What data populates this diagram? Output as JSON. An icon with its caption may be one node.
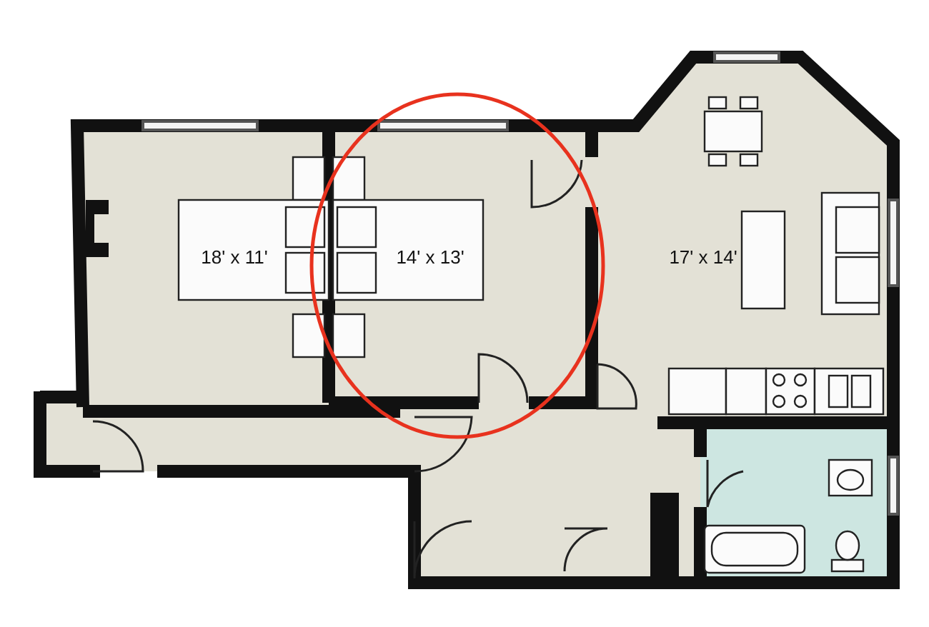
{
  "diagram": {
    "labels": [
      "18' x 11'",
      "14' x 13'",
      "17' x 14'"
    ]
  }
}
